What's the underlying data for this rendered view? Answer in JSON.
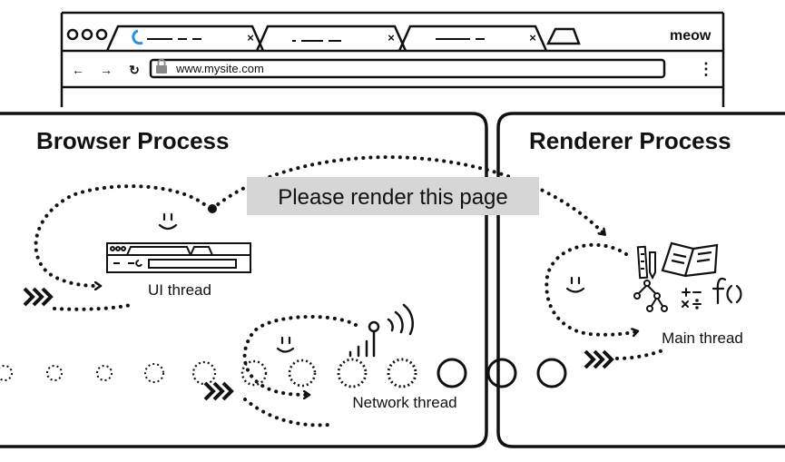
{
  "browser_window": {
    "tabs": [
      {
        "title": "",
        "loading": true,
        "close": "×"
      },
      {
        "title": "",
        "loading": false,
        "close": "×"
      },
      {
        "title": "",
        "loading": false,
        "close": "×"
      }
    ],
    "profile_label": "meow",
    "nav": {
      "back": "←",
      "forward": "→",
      "reload": "↻"
    },
    "address_bar": {
      "url": "www.mysite.com",
      "lock": "lock-icon"
    },
    "menu": "⋮"
  },
  "processes": {
    "browser": {
      "title": "Browser Process",
      "threads": {
        "ui": "UI thread",
        "network": "Network thread"
      }
    },
    "renderer": {
      "title": "Renderer Process",
      "threads": {
        "main": "Main thread"
      }
    }
  },
  "message": "Please render this page",
  "colors": {
    "ink": "#111111",
    "message_bg": "#d6d6d6",
    "spinner": "#2b8fe0",
    "lock": "#888888"
  }
}
